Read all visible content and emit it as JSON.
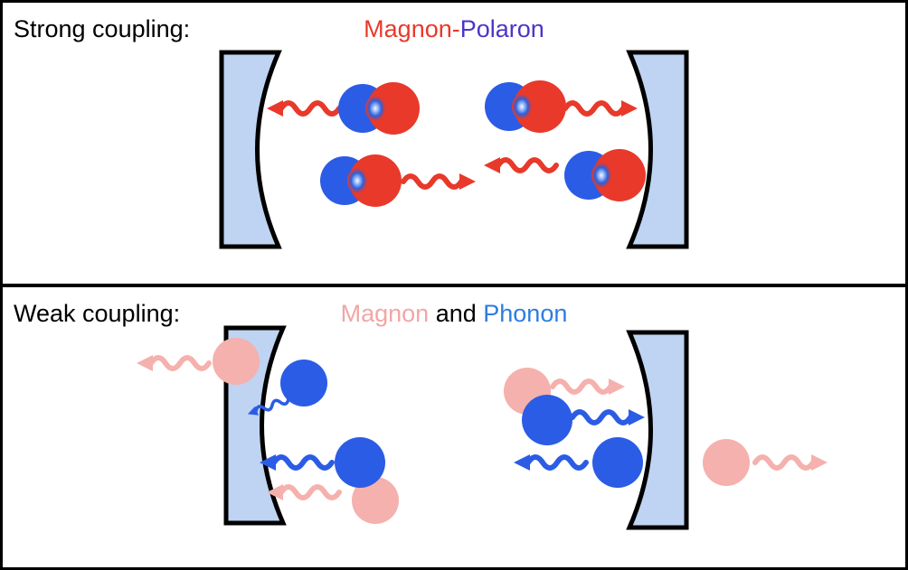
{
  "panels": {
    "strong": {
      "label": "Strong coupling:",
      "title_part1": "Magnon-",
      "title_part2": "Polaron"
    },
    "weak": {
      "label": "Weak coupling:",
      "title_magnon": "Magnon",
      "title_and": " and ",
      "title_phonon": "Phonon"
    }
  },
  "colors": {
    "red": "#e8392a",
    "blue": "#2b5ce6",
    "pink": "#f5b1ad",
    "mirror_fill": "#bfd3f2",
    "outline": "#000000",
    "polaron_purple": "#4b35c9",
    "magnon_text_pink": "#f2a6a6",
    "phonon_text_blue": "#2e7de0"
  }
}
